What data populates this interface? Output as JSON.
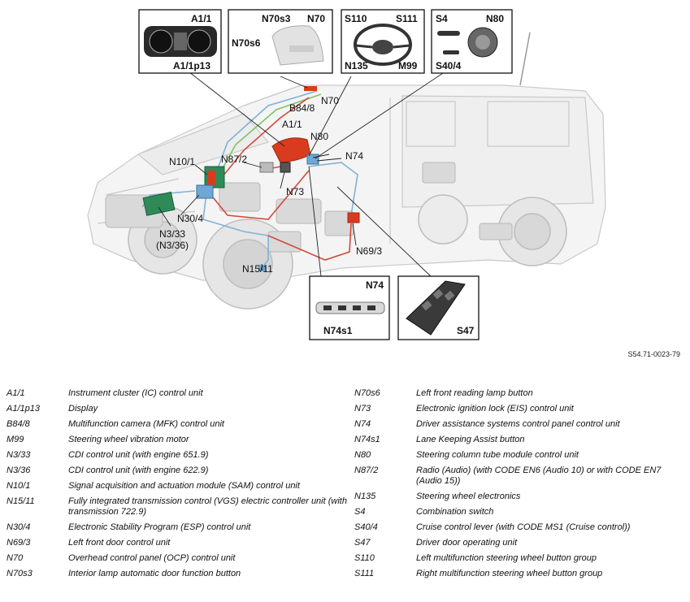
{
  "figure": {
    "callouts": {
      "A1_1": "A1/1",
      "A1_1p13": "A1/1p13",
      "N70s3": "N70s3",
      "N70": "N70",
      "N70s6": "N70s6",
      "S110": "S110",
      "S111": "S111",
      "N135": "N135",
      "M99": "M99",
      "S4": "S4",
      "N80": "N80",
      "S40_4": "S40/4",
      "N74": "N74",
      "N74s1": "N74s1",
      "S47": "S47"
    },
    "labels": {
      "B84_8": "B84/8",
      "N70": "N70",
      "A1_1": "A1/1",
      "N80": "N80",
      "N74": "N74",
      "N10_1": "N10/1",
      "N87_2": "N87/2",
      "N73": "N73",
      "N30_4": "N30/4",
      "N3_33": "N3/33",
      "N3_36": "(N3/36)",
      "N69_3": "N69/3",
      "N15_11": "N15/11"
    },
    "reference": "S54.71-0023-79",
    "colors": {
      "blue_wire": "#7fb2d8",
      "red_wire": "#d24a3a",
      "green_wire": "#7fc46a",
      "highlight_red": "#d93b1e",
      "highlight_green": "#2e8b57",
      "highlight_blue": "#6fa8d6"
    }
  },
  "legend": {
    "left": [
      {
        "code": "A1/1",
        "desc": "Instrument cluster (IC) control unit"
      },
      {
        "code": "A1/1p13",
        "desc": "Display"
      },
      {
        "code": "B84/8",
        "desc": "Multifunction camera (MFK) control unit"
      },
      {
        "code": "M99",
        "desc": "Steering wheel vibration motor"
      },
      {
        "code": "N3/33",
        "desc": "CDI control unit (with engine 651.9)"
      },
      {
        "code": "N3/36",
        "desc": "CDI control unit (with engine 622.9)"
      },
      {
        "code": "N10/1",
        "desc": "Signal acquisition and actuation module (SAM) control unit"
      },
      {
        "code": "N15/11",
        "desc": "Fully integrated transmission control (VGS) electric controller unit (with transmission 722.9)"
      },
      {
        "code": "N30/4",
        "desc": "Electronic Stability Program (ESP) control unit"
      },
      {
        "code": "N69/3",
        "desc": "Left front door control unit"
      },
      {
        "code": "N70",
        "desc": "Overhead control panel (OCP) control unit"
      },
      {
        "code": "N70s3",
        "desc": "Interior lamp automatic door function button"
      }
    ],
    "right": [
      {
        "code": "N70s6",
        "desc": "Left front reading lamp button"
      },
      {
        "code": "N73",
        "desc": "Electronic ignition lock (EIS) control unit"
      },
      {
        "code": "N74",
        "desc": "Driver assistance systems control panel control unit"
      },
      {
        "code": "N74s1",
        "desc": "Lane Keeping Assist button"
      },
      {
        "code": "N80",
        "desc": "Steering column tube module control unit"
      },
      {
        "code": "N87/2",
        "desc": "Radio (Audio) (with CODE EN6 (Audio 10) or with CODE EN7 (Audio 15))"
      },
      {
        "code": "N135",
        "desc": "Steering wheel electronics"
      },
      {
        "code": "S4",
        "desc": "Combination switch"
      },
      {
        "code": "S40/4",
        "desc": "Cruise control lever (with CODE MS1 (Cruise control))"
      },
      {
        "code": "S47",
        "desc": "Driver door operating unit"
      },
      {
        "code": "S110",
        "desc": "Left multifunction steering wheel button group"
      },
      {
        "code": "S111",
        "desc": "Right multifunction steering wheel button group"
      }
    ]
  }
}
